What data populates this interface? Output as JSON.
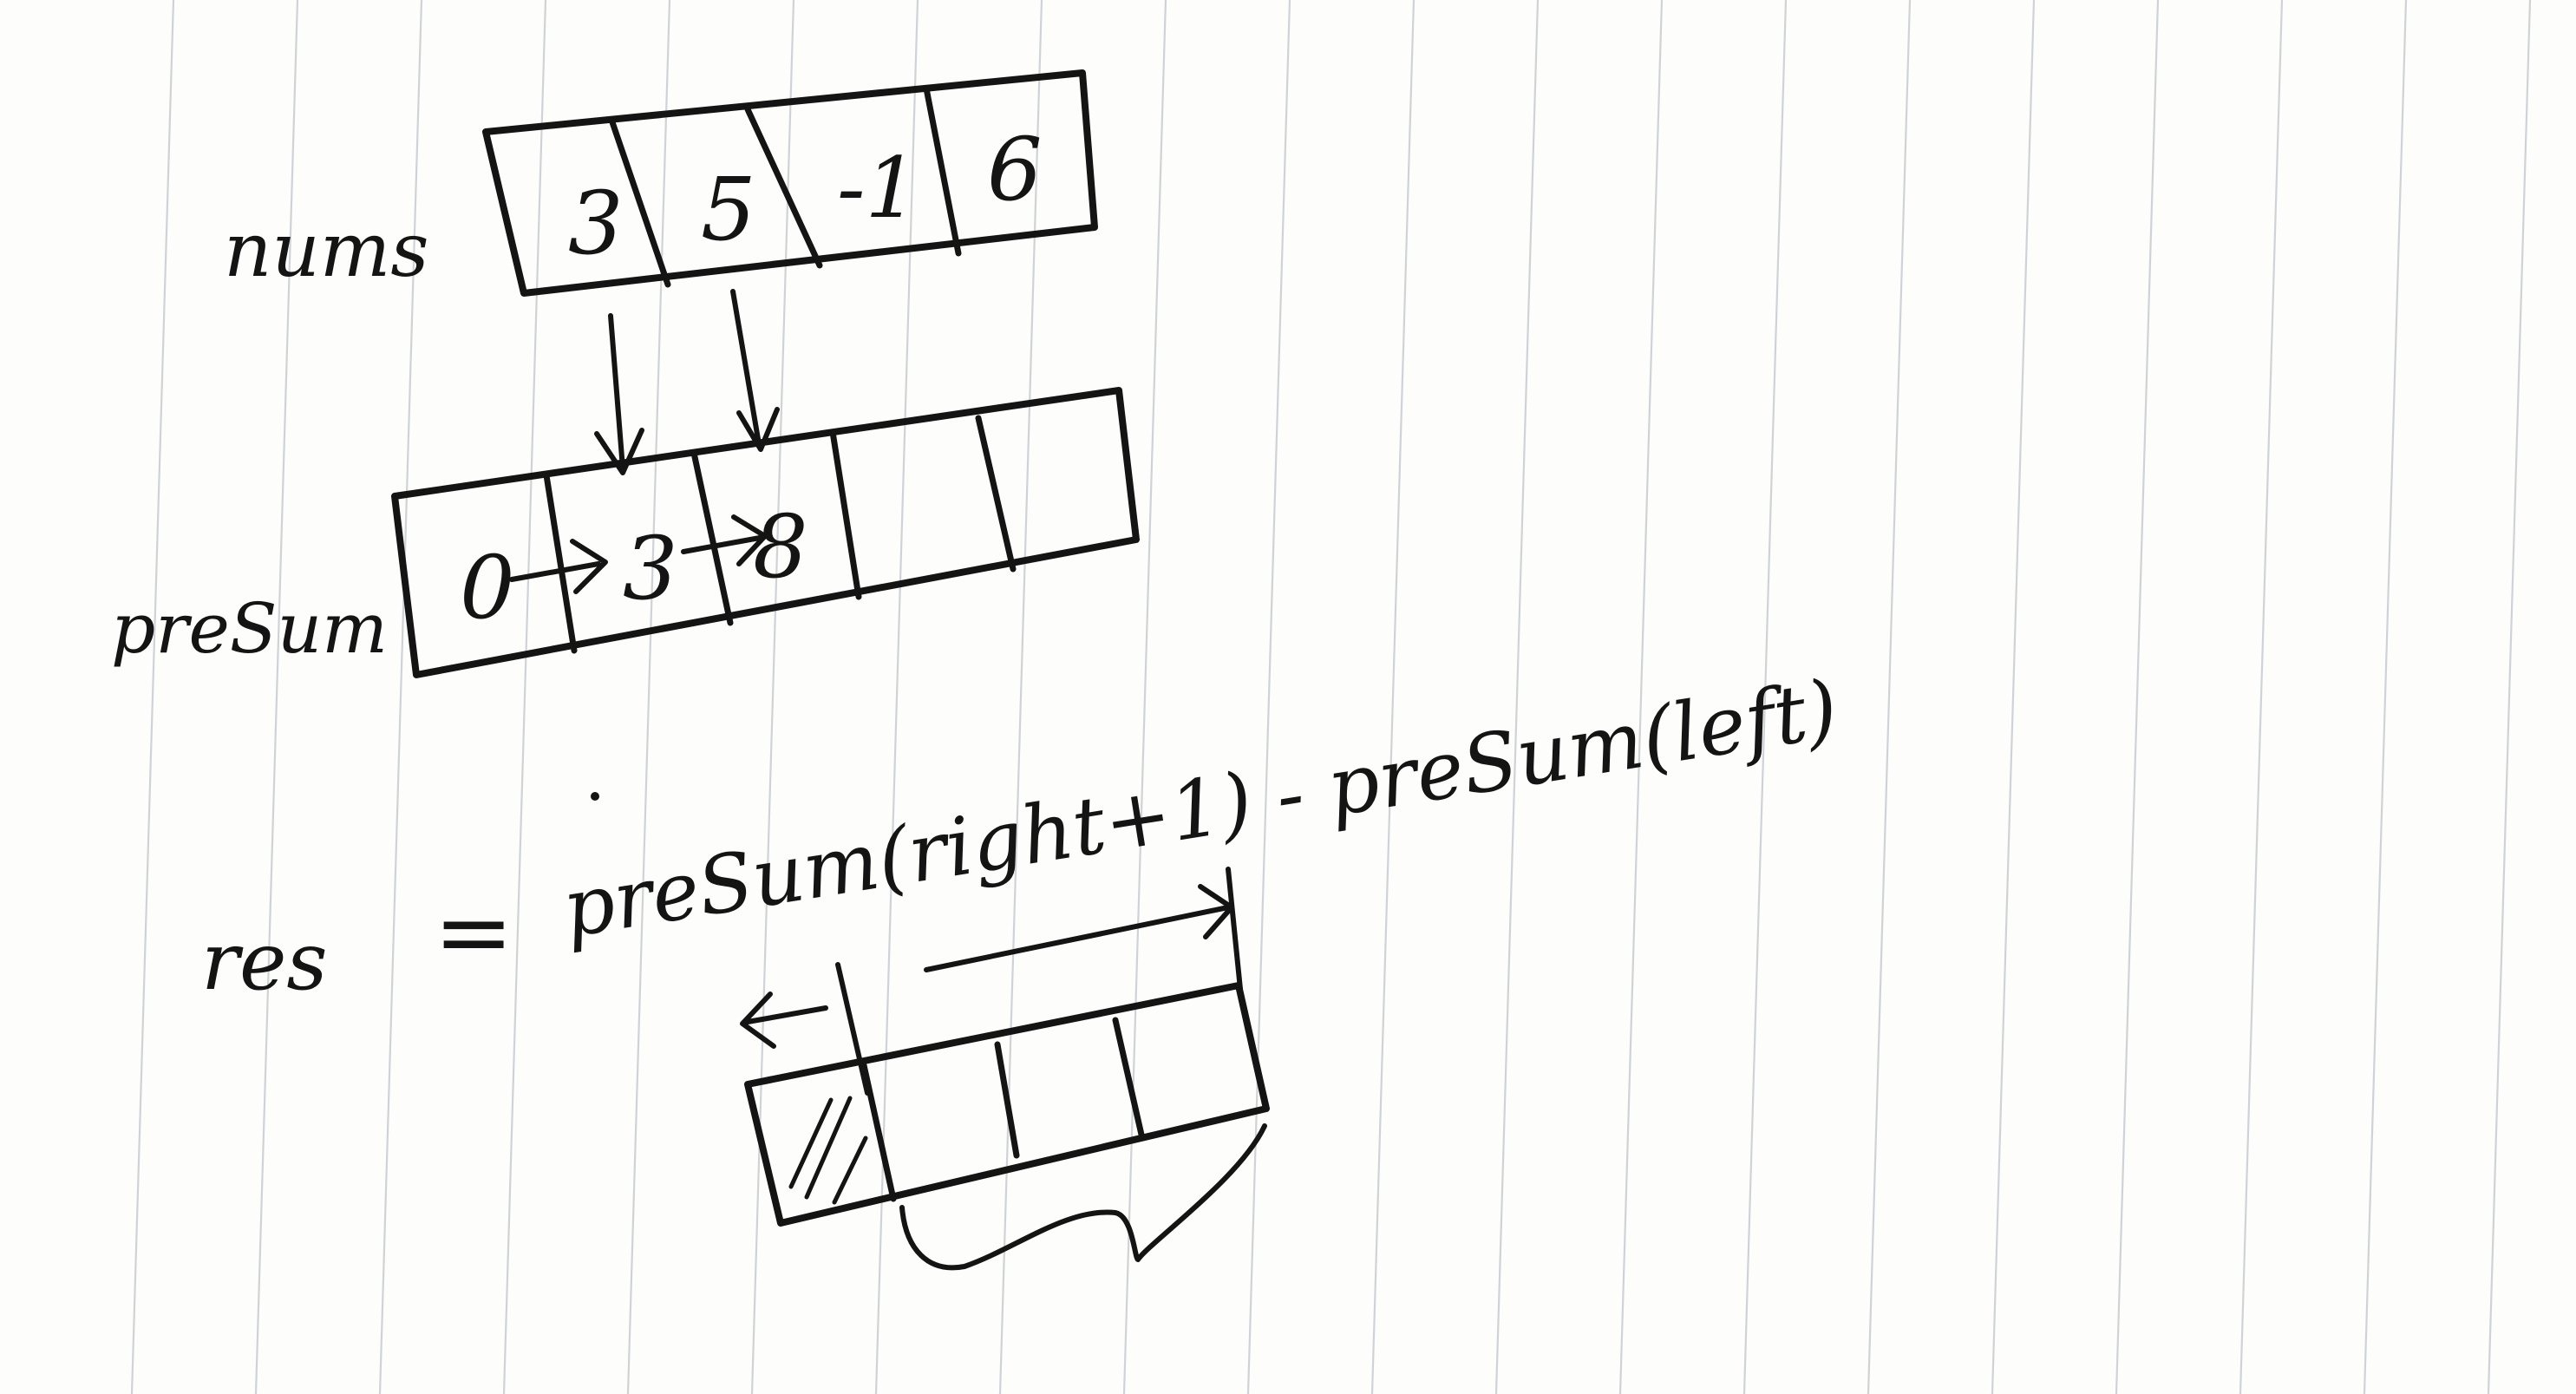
{
  "labels": {
    "nums": "nums",
    "presum": "preSum",
    "res": "res",
    "equals": "=",
    "formula": "preSum(right+1) - preSum(left)"
  },
  "nums": [
    "3",
    "5",
    "-1",
    "6"
  ],
  "presum": [
    "0",
    "3",
    "8",
    "",
    ""
  ],
  "colors": {
    "ink": "#141414",
    "paper": "#fdfdfb",
    "rule": "#cfd3d6"
  }
}
